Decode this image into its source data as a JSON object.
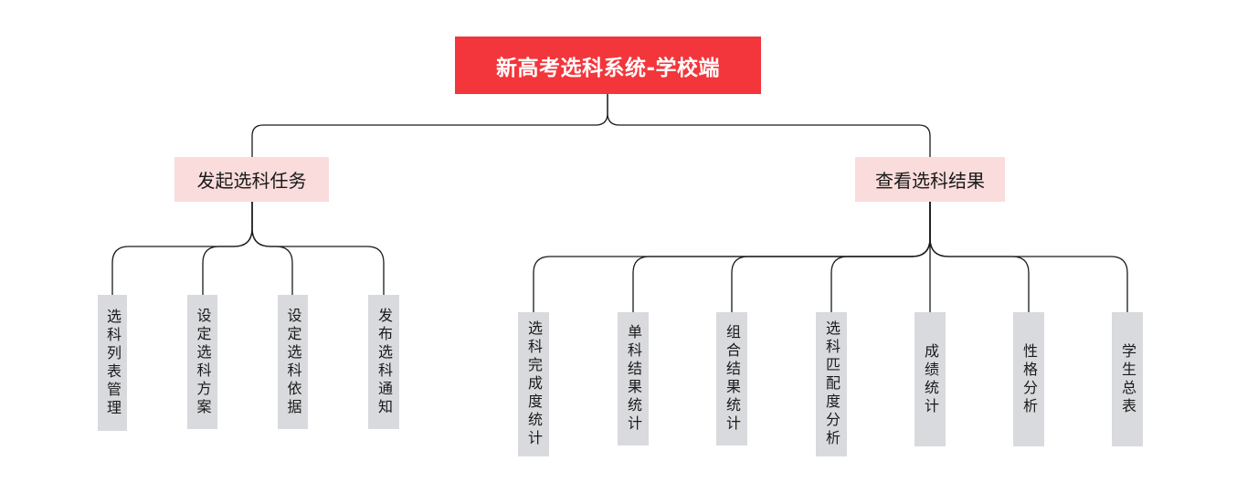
{
  "root": {
    "title": "新高考选科系统-学校端"
  },
  "branches": [
    {
      "label": "发起选科任务",
      "children": [
        "选科列表管理",
        "设定选科方案",
        "设定选科依据",
        "发布选科通知"
      ]
    },
    {
      "label": "查看选科结果",
      "children": [
        "选科完成度统计",
        "单科结果统计",
        "组合结果统计",
        "选科匹配度分析",
        "成绩统计",
        "性格分析",
        "学生总表"
      ]
    }
  ],
  "colors": {
    "root_fill": "#f2363b",
    "branch_fill": "#fadcdc",
    "leaf_fill": "#d9dadd",
    "connector": "#1a1a1a"
  }
}
